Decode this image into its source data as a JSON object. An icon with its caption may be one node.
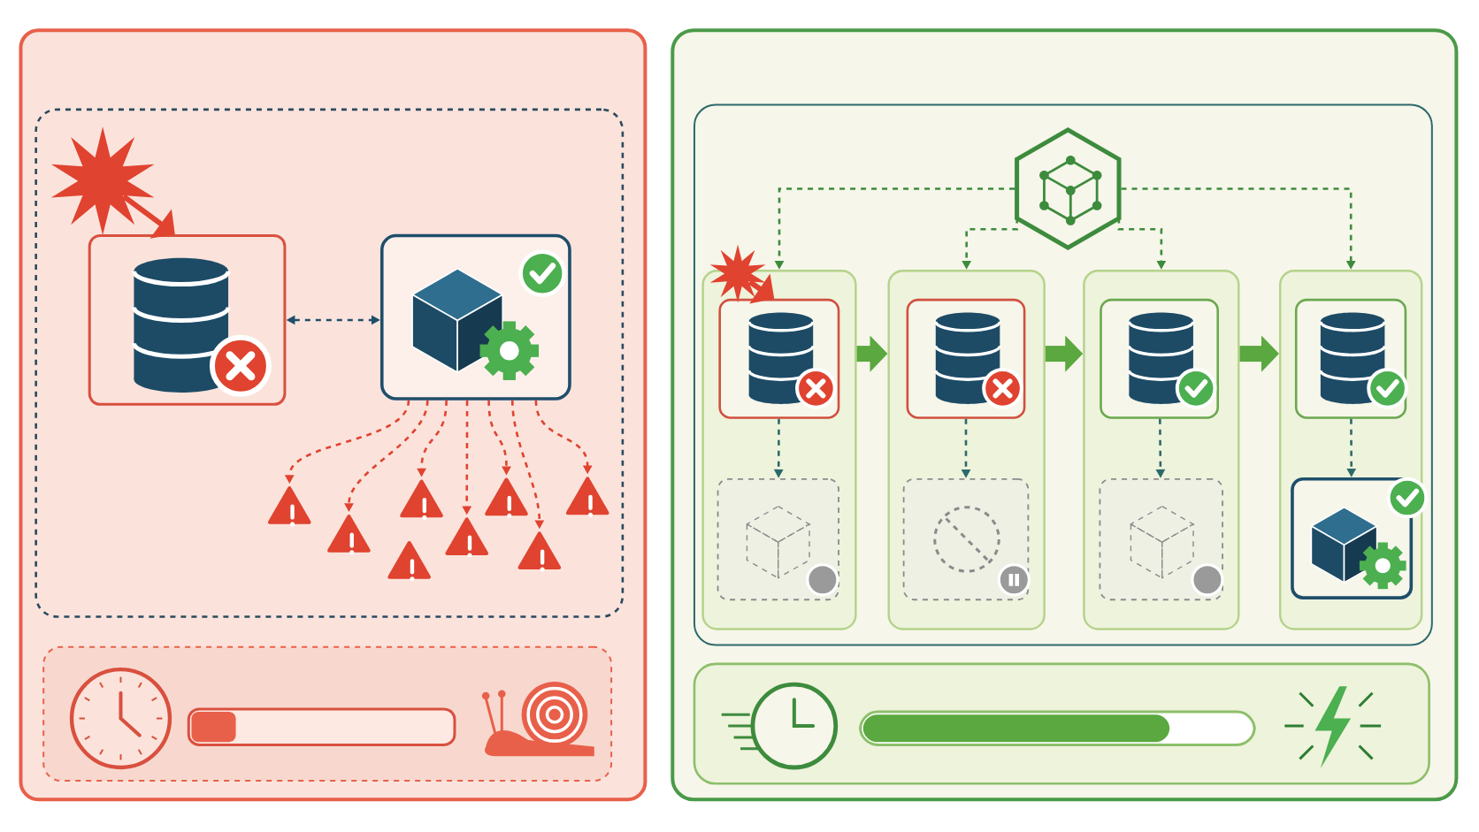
{
  "diagram": {
    "nodes": [
      {
        "text": [],
        "shape": "box"
      },
      {
        "text": [],
        "shape": "box",
        "in": 0
      },
      {
        "text": [],
        "shape": "star",
        "in": 1
      },
      {
        "text": [],
        "shape": "box",
        "in": 1
      },
      {
        "text": [],
        "shape": "box",
        "in": 1
      },
      {
        "text": [],
        "shape": "triangle",
        "in": 1
      },
      {
        "text": [],
        "shape": "triangle",
        "in": 1
      },
      {
        "text": [],
        "shape": "triangle",
        "in": 1
      },
      {
        "text": [],
        "shape": "triangle",
        "in": 1
      },
      {
        "text": [],
        "shape": "triangle",
        "in": 1
      },
      {
        "text": [],
        "shape": "triangle",
        "in": 1
      },
      {
        "text": [],
        "shape": "triangle",
        "in": 1
      },
      {
        "text": [],
        "shape": "triangle",
        "in": 1
      },
      {
        "text": [],
        "shape": "box",
        "in": 0
      },
      {
        "text": [],
        "shape": "box"
      },
      {
        "text": [],
        "shape": "box",
        "in": 14
      },
      {
        "text": [],
        "shape": "hexagon",
        "in": 15
      },
      {
        "text": [],
        "shape": "star",
        "in": 15
      },
      {
        "text": [],
        "shape": "box",
        "in": 15
      },
      {
        "text": [],
        "shape": "box",
        "in": 18
      },
      {
        "text": [],
        "shape": "box",
        "in": 18
      },
      {
        "text": [],
        "shape": "box",
        "in": 15
      },
      {
        "text": [],
        "shape": "box",
        "in": 21
      },
      {
        "text": [],
        "shape": "box",
        "in": 21
      },
      {
        "text": [],
        "shape": "box",
        "in": 15
      },
      {
        "text": [],
        "shape": "box",
        "in": 24
      },
      {
        "text": [],
        "shape": "box",
        "in": 24
      },
      {
        "text": [],
        "shape": "box",
        "in": 15
      },
      {
        "text": [],
        "shape": "box",
        "in": 27
      },
      {
        "text": [],
        "shape": "box",
        "in": 27
      },
      {
        "text": [],
        "shape": "box",
        "in": 14
      }
    ],
    "edges": [
      {
        "from": 2,
        "to": 3,
        "arrow": "to",
        "style": "thick"
      },
      {
        "from": 3,
        "to": 4,
        "arrow": "both",
        "style": "dashed",
        "color": "#1f4e6b"
      },
      {
        "from": 4,
        "to": 5,
        "arrow": "to",
        "style": "dashed"
      },
      {
        "from": 4,
        "to": 6,
        "arrow": "to",
        "style": "dashed"
      },
      {
        "from": 4,
        "to": 8,
        "arrow": "to",
        "style": "dashed"
      },
      {
        "from": 4,
        "to": 9,
        "arrow": "to",
        "style": "dashed"
      },
      {
        "from": 4,
        "to": 10,
        "arrow": "to",
        "style": "dashed"
      },
      {
        "from": 4,
        "to": 11,
        "arrow": "to",
        "style": "dashed"
      },
      {
        "from": 4,
        "to": 12,
        "arrow": "to",
        "style": "dashed"
      },
      {
        "from": 17,
        "to": 19,
        "arrow": "to",
        "style": "thick"
      },
      {
        "from": 16,
        "to": 18,
        "arrow": "to",
        "style": "dashed",
        "color": "#3d8b3d"
      },
      {
        "from": 16,
        "to": 21,
        "arrow": "to",
        "style": "dashed",
        "color": "#3d8b3d"
      },
      {
        "from": 16,
        "to": 24,
        "arrow": "to",
        "style": "dashed",
        "color": "#3d8b3d"
      },
      {
        "from": 16,
        "to": 27,
        "arrow": "to",
        "style": "dashed",
        "color": "#3d8b3d"
      },
      {
        "from": 18,
        "to": 21,
        "arrow": "to",
        "style": "thick",
        "color": "#5aa83f"
      },
      {
        "from": 21,
        "to": 24,
        "arrow": "to",
        "style": "thick",
        "color": "#5aa83f"
      },
      {
        "from": 24,
        "to": 27,
        "arrow": "to",
        "style": "thick",
        "color": "#5aa83f"
      },
      {
        "from": 19,
        "to": 20,
        "arrow": "to",
        "style": "dashed",
        "color": "#2d6a6a"
      },
      {
        "from": 22,
        "to": 23,
        "arrow": "to",
        "style": "dashed",
        "color": "#2d6a6a"
      },
      {
        "from": 25,
        "to": 26,
        "arrow": "to",
        "style": "dashed",
        "color": "#2d6a6a"
      },
      {
        "from": 28,
        "to": 29,
        "arrow": "to",
        "style": "dashed",
        "color": "#2d6a6a"
      }
    ]
  }
}
